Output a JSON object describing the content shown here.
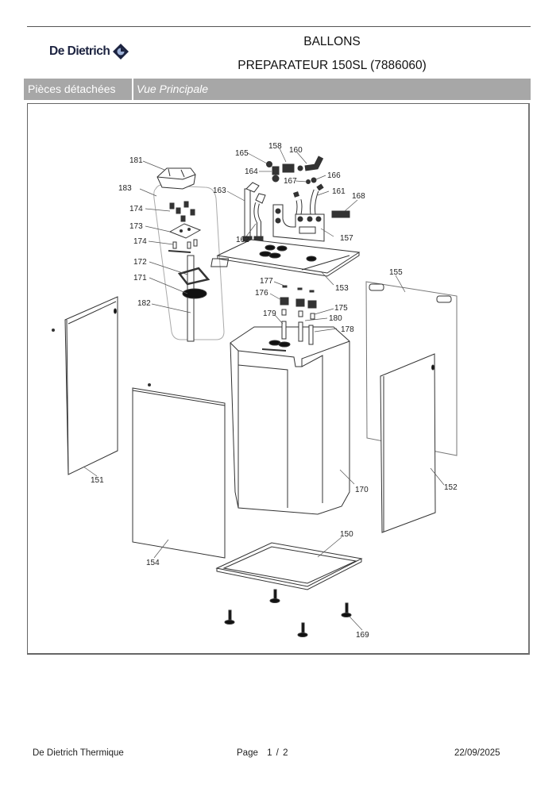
{
  "header": {
    "brand": "De Dietrich",
    "category": "BALLONS",
    "product": "PREPARATEUR 150SL (7886060)"
  },
  "section_bar": {
    "section": "Pièces détachées",
    "view": "Vue Principale"
  },
  "diagram": {
    "part_labels": {
      "p150": "150",
      "p151": "151",
      "p152": "152",
      "p153": "153",
      "p154": "154",
      "p155": "155",
      "p157": "157",
      "p158": "158",
      "p160": "160",
      "p161": "161",
      "p162": "162",
      "p163": "163",
      "p164": "164",
      "p165": "165",
      "p166": "166",
      "p167": "167",
      "p168": "168",
      "p169": "169",
      "p170": "170",
      "p171": "171",
      "p172": "172",
      "p173": "173",
      "p174a": "174",
      "p174b": "174",
      "p175": "175",
      "p176": "176",
      "p177": "177",
      "p178": "178",
      "p179": "179",
      "p180": "180",
      "p181": "181",
      "p182": "182",
      "p183": "183"
    }
  },
  "footer": {
    "company": "De Dietrich Thermique",
    "page_label": "Page",
    "page_current": "1",
    "page_sep": "/",
    "page_total": "2",
    "date": "22/09/2025"
  },
  "colors": {
    "bar_bg": "#a7a7a7",
    "brand_navy": "#1c2340",
    "line": "#333333"
  }
}
